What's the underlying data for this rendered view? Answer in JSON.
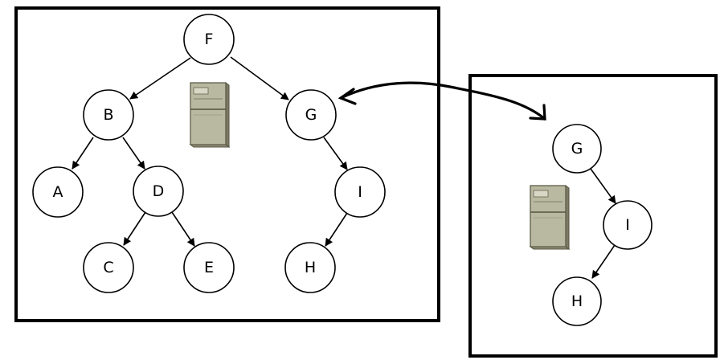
{
  "left_tree": {
    "nodes": [
      "F",
      "B",
      "G",
      "A",
      "D",
      "I",
      "C",
      "E",
      "H"
    ],
    "server_icon": "server-icon"
  },
  "right_tree": {
    "nodes": [
      "G",
      "I",
      "H"
    ],
    "server_icon": "server-icon"
  },
  "connector": {
    "icon": "double-headed-curved-arrow-icon"
  },
  "colors": {
    "stroke": "#000000",
    "node_fill": "#ffffff",
    "server_body": "#b9b8a1",
    "server_shadow": "#7d7b66"
  }
}
